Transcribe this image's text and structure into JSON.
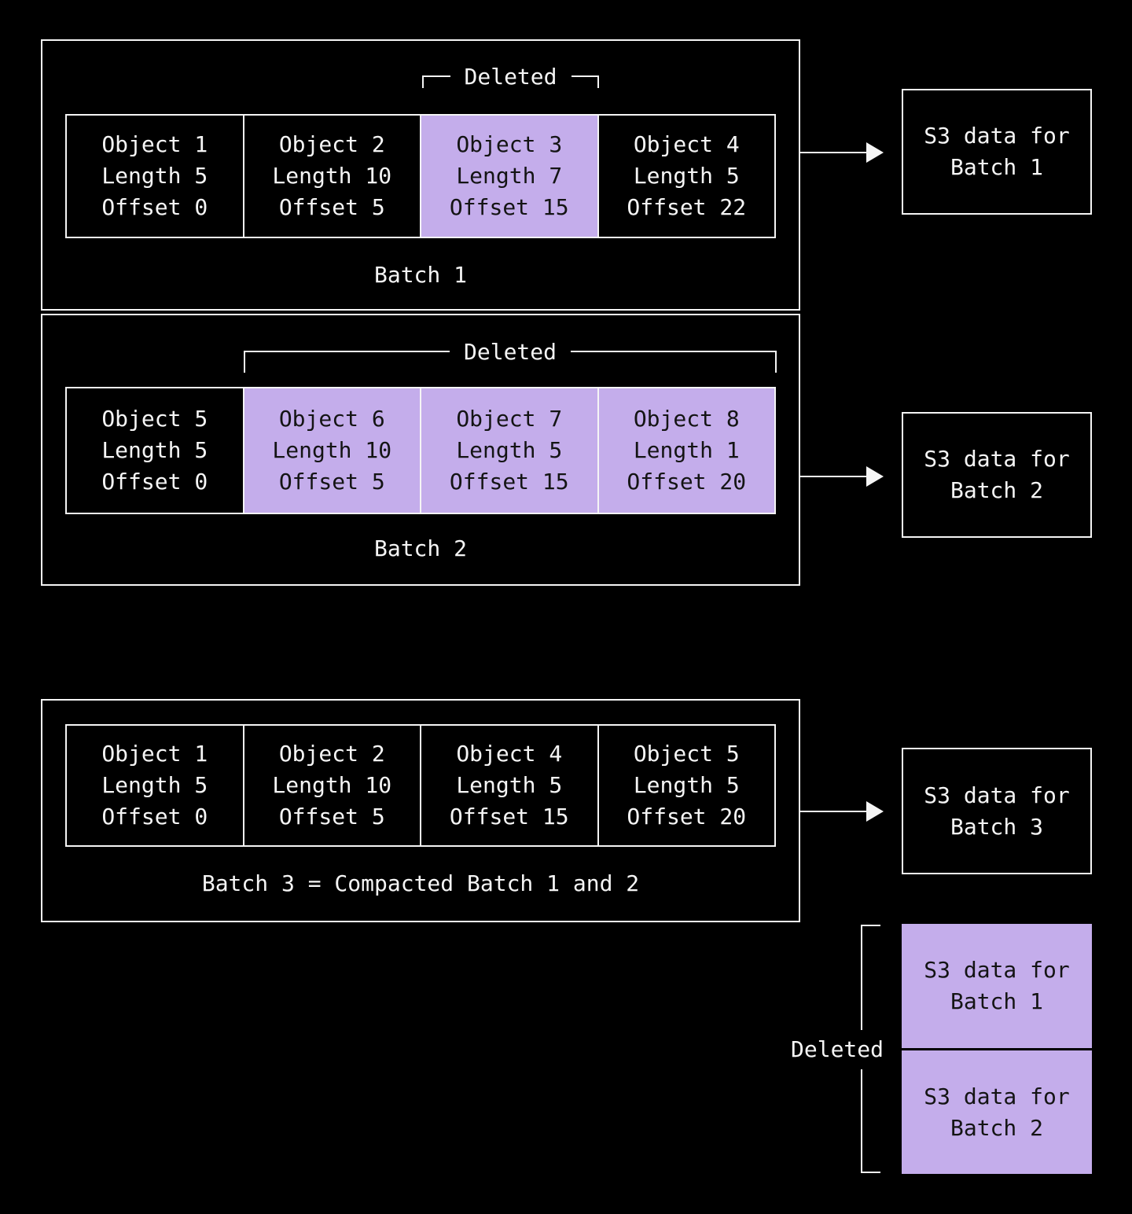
{
  "colors": {
    "background": "#000000",
    "line": "#f5f5f5",
    "deleted_fill": "#c4adeb",
    "deleted_text": "#141414"
  },
  "batch1": {
    "label": "Batch 1",
    "deleted_marker": "Deleted",
    "cells": [
      {
        "line1": "Object 1",
        "line2": "Length 5",
        "line3": "Offset 0",
        "deleted": false
      },
      {
        "line1": "Object 2",
        "line2": "Length 10",
        "line3": "Offset 5",
        "deleted": false
      },
      {
        "line1": "Object 3",
        "line2": "Length 7",
        "line3": "Offset 15",
        "deleted": true
      },
      {
        "line1": "Object 4",
        "line2": "Length 5",
        "line3": "Offset 22",
        "deleted": false
      }
    ]
  },
  "batch2": {
    "label": "Batch 2",
    "deleted_marker": "Deleted",
    "cells": [
      {
        "line1": "Object 5",
        "line2": "Length 5",
        "line3": "Offset 0",
        "deleted": false
      },
      {
        "line1": "Object 6",
        "line2": "Length 10",
        "line3": "Offset 5",
        "deleted": true
      },
      {
        "line1": "Object 7",
        "line2": "Length 5",
        "line3": "Offset 15",
        "deleted": true
      },
      {
        "line1": "Object 8",
        "line2": "Length 1",
        "line3": "Offset 20",
        "deleted": true
      }
    ]
  },
  "batch3": {
    "label": "Batch 3 = Compacted Batch 1 and 2",
    "cells": [
      {
        "line1": "Object 1",
        "line2": "Length 5",
        "line3": "Offset 0",
        "deleted": false
      },
      {
        "line1": "Object 2",
        "line2": "Length 10",
        "line3": "Offset 5",
        "deleted": false
      },
      {
        "line1": "Object 4",
        "line2": "Length 5",
        "line3": "Offset 15",
        "deleted": false
      },
      {
        "line1": "Object 5",
        "line2": "Length 5",
        "line3": "Offset 20",
        "deleted": false
      }
    ]
  },
  "s3_boxes": {
    "b1": {
      "line1": "S3 data for",
      "line2": "Batch 1"
    },
    "b2": {
      "line1": "S3 data for",
      "line2": "Batch 2"
    },
    "b3": {
      "line1": "S3 data for",
      "line2": "Batch 3"
    }
  },
  "deleted_s3": {
    "label": "Deleted",
    "box1": {
      "line1": "S3 data for",
      "line2": "Batch 1"
    },
    "box2": {
      "line1": "S3 data for",
      "line2": "Batch 2"
    }
  }
}
